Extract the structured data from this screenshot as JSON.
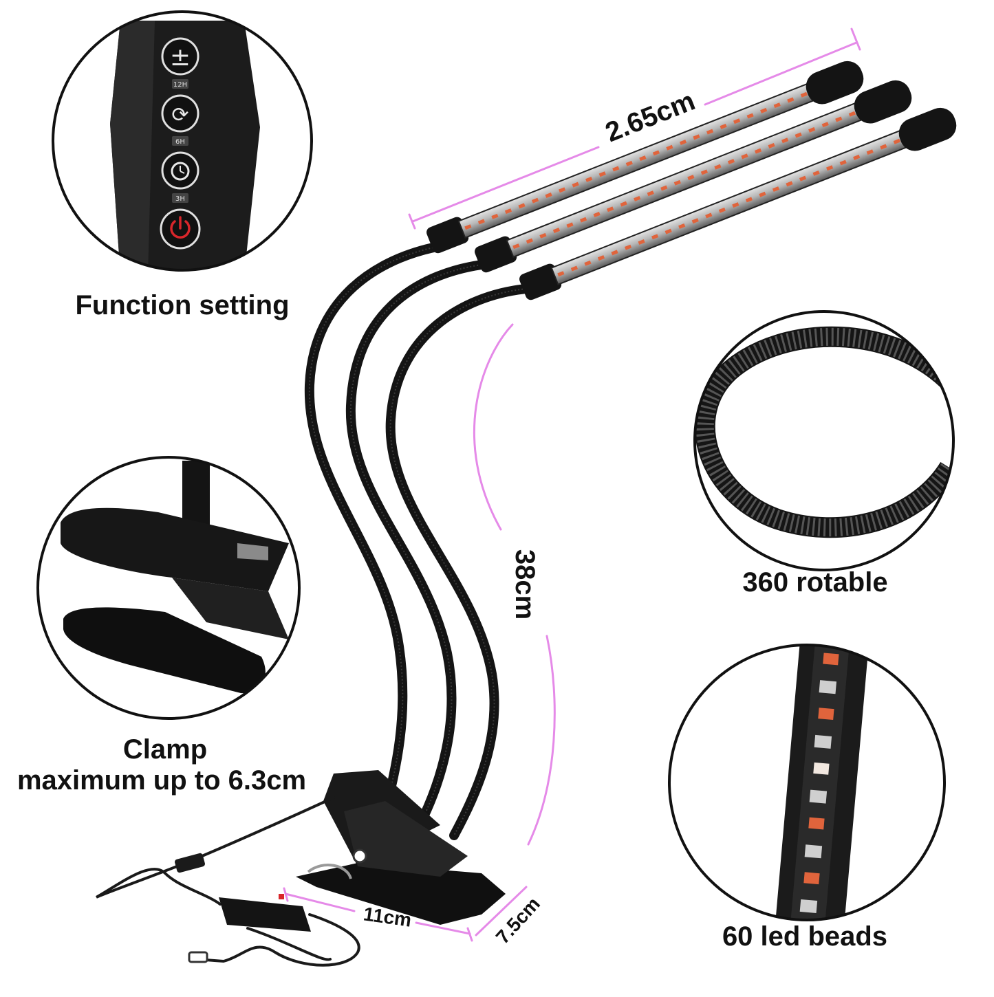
{
  "colors": {
    "background": "#ffffff",
    "product": "#141414",
    "dimension_line": "#e58ae8",
    "led_red": "#e0643c",
    "led_white": "#f2e8e0",
    "power_icon": "#d8262b"
  },
  "labels": {
    "function_setting": "Function setting",
    "rotable": "360 rotable",
    "led_beads": "60 led beads",
    "clamp_title": "Clamp",
    "clamp_subtitle": "maximum up to 6.3cm"
  },
  "dimensions": {
    "bar_length": "2.65cm",
    "gooseneck_length": "38cm",
    "clamp_length": "11cm",
    "clamp_width": "7.5cm"
  },
  "controller": {
    "buttons": [
      {
        "icon": "plus-minus-icon",
        "timer_label": "12H"
      },
      {
        "icon": "cycle-icon",
        "timer_label": "6H"
      },
      {
        "icon": "alarm-clock-icon",
        "timer_label": "3H"
      },
      {
        "icon": "power-icon"
      }
    ]
  }
}
